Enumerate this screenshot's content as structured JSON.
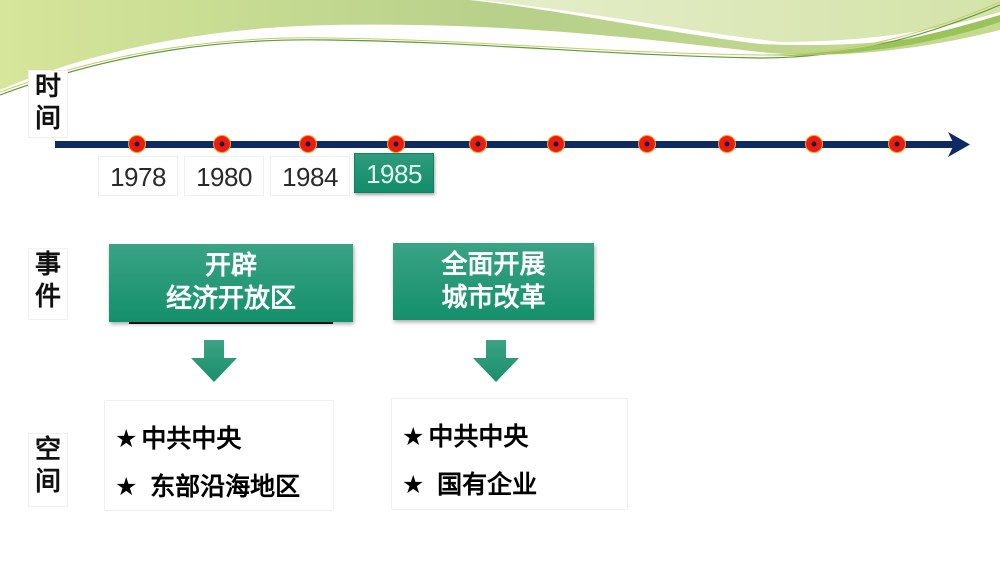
{
  "decor": {
    "wave_colors": [
      "#c8dc98",
      "#a9c96a",
      "#e4edc7",
      "#6aa84f"
    ]
  },
  "labels": {
    "time": "时间",
    "event": "事件",
    "space": "空间"
  },
  "timeline": {
    "axis_color": "#0d2a63",
    "marker_color": "#ee1c10",
    "marker_x": [
      137,
      222,
      308,
      396,
      478,
      556,
      647,
      727,
      814,
      897
    ],
    "years": [
      {
        "label": "1978",
        "active": false
      },
      {
        "label": "1980",
        "active": false
      },
      {
        "label": "1984",
        "active": false
      },
      {
        "label": "1985",
        "active": true
      }
    ]
  },
  "events": [
    {
      "line1": "开辟",
      "line2": "经济开放区"
    },
    {
      "line1": "全面开展",
      "line2": "城市改革"
    }
  ],
  "spaces": [
    {
      "items": [
        {
          "star": "★",
          "text": "中共中央"
        },
        {
          "star": "★",
          "text": " 东部沿海地区"
        }
      ]
    },
    {
      "items": [
        {
          "star": "★",
          "text": "中共中央"
        },
        {
          "star": "★",
          "text": " 国有企业"
        }
      ]
    }
  ],
  "colors": {
    "accent_green": "#179070",
    "text": "#111111"
  }
}
